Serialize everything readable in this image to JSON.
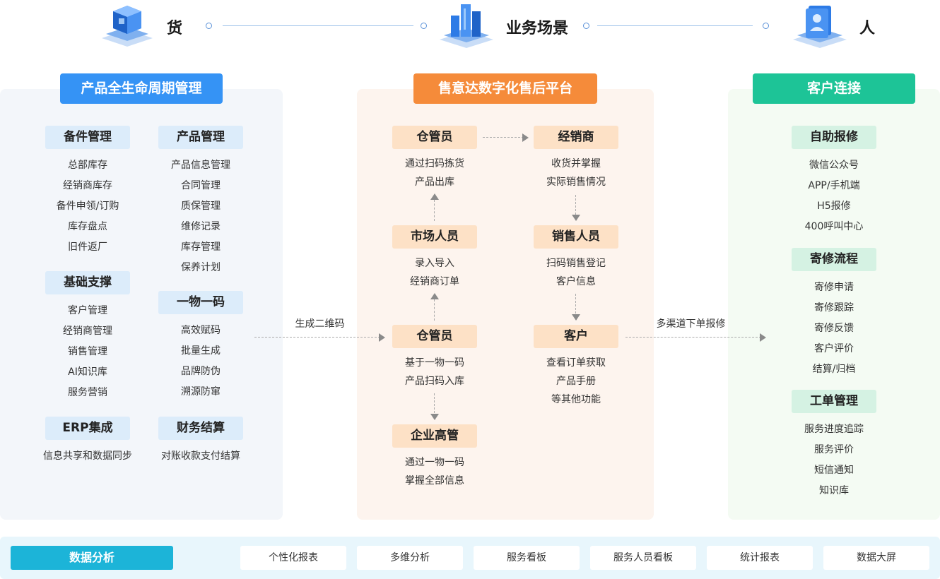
{
  "header": {
    "left_label": "货",
    "center_label": "业务场景",
    "right_label": "人"
  },
  "columns": {
    "left_title": "产品全生命周期管理",
    "mid_title": "售意达数字化售后平台",
    "right_title": "客户连接"
  },
  "left_groups": [
    {
      "title": "备件管理",
      "items": [
        "总部库存",
        "经销商库存",
        "备件申领/订购",
        "库存盘点",
        "旧件返厂"
      ]
    },
    {
      "title": "产品管理",
      "items": [
        "产品信息管理",
        "合同管理",
        "质保管理",
        "维修记录",
        "库存管理",
        "保养计划"
      ]
    },
    {
      "title": "基础支撑",
      "items": [
        "客户管理",
        "经销商管理",
        "销售管理",
        "AI知识库",
        "服务营销"
      ]
    },
    {
      "title": "一物一码",
      "items": [
        "高效赋码",
        "批量生成",
        "品牌防伪",
        "溯源防窜"
      ]
    },
    {
      "title": "ERP集成",
      "items": [
        "信息共享和数据同步"
      ]
    },
    {
      "title": "财务结算",
      "items": [
        "对账收款支付结算"
      ]
    }
  ],
  "flow": {
    "warehouse_top": {
      "role": "仓管员",
      "desc": [
        "通过扫码拣货",
        "产品出库"
      ]
    },
    "dealer": {
      "role": "经销商",
      "desc": [
        "收货并掌握",
        "实际销售情况"
      ]
    },
    "market": {
      "role": "市场人员",
      "desc": [
        "录入导入",
        "经销商订单"
      ]
    },
    "sales": {
      "role": "销售人员",
      "desc": [
        "扫码销售登记",
        "客户信息"
      ]
    },
    "warehouse_mid": {
      "role": "仓管员",
      "desc": [
        "基于一物一码",
        "产品扫码入库"
      ]
    },
    "customer": {
      "role": "客户",
      "desc": [
        "查看订单获取",
        "产品手册",
        "等其他功能"
      ]
    },
    "executive": {
      "role": "企业高管",
      "desc": [
        "通过一物一码",
        "掌握全部信息"
      ]
    }
  },
  "connectors": {
    "left_to_mid": "生成二维码",
    "mid_to_right": "多渠道下单报修"
  },
  "right_groups": [
    {
      "title": "自助报修",
      "items": [
        "微信公众号",
        "APP/手机端",
        "H5报修",
        "400呼叫中心"
      ]
    },
    {
      "title": "寄修流程",
      "items": [
        "寄修申请",
        "寄修跟踪",
        "寄修反馈",
        "客户评价",
        "结算/归档"
      ]
    },
    {
      "title": "工单管理",
      "items": [
        "服务进度追踪",
        "服务评价",
        "短信通知",
        "知识库"
      ]
    }
  ],
  "bottom": {
    "title": "数据分析",
    "items": [
      "个性化报表",
      "多维分析",
      "服务看板",
      "服务人员看板",
      "统计报表",
      "数据大屏"
    ]
  },
  "colors": {
    "blue": "#3593f5",
    "orange": "#f58b3a",
    "green": "#1dc497",
    "cyan": "#1cb4d8"
  }
}
